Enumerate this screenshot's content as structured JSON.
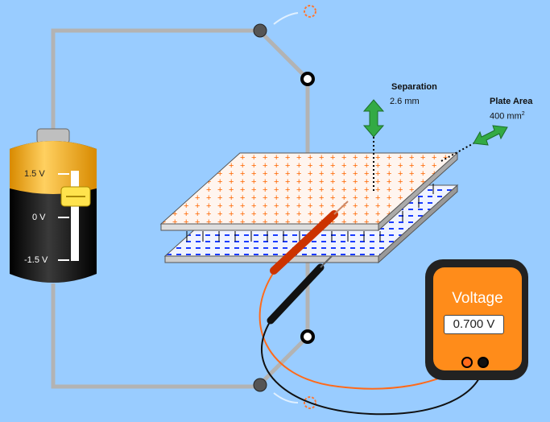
{
  "separation": {
    "label": "Separation",
    "value": "2.6 mm"
  },
  "plate_area": {
    "label": "Plate Area",
    "value": "400 mm",
    "unit_sup": "2"
  },
  "battery": {
    "tick_top": "1.5 V",
    "tick_mid": "0 V",
    "tick_bottom": "-1.5 V"
  },
  "voltmeter": {
    "title": "Voltage",
    "reading": "0.700 V"
  },
  "colors": {
    "background": "#99ccff",
    "wire": "#b3b3b3",
    "battery_top": "#f5a300",
    "battery_body": "#1a1a1a",
    "plate_positive": "#ff6600",
    "plate_negative": "#1a3cff",
    "meter_body": "#ff8c1a",
    "probe_red": "#cc3300",
    "probe_black": "#111111",
    "arrow_green": "#33aa44"
  }
}
